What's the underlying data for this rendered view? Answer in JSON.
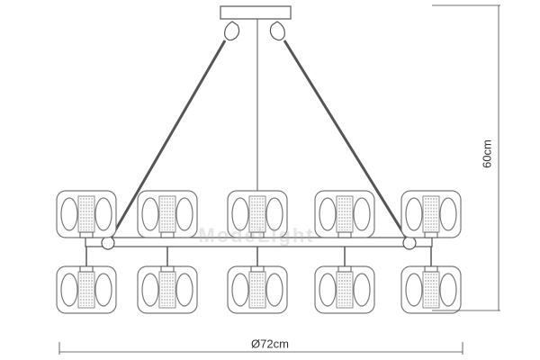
{
  "dimensions": {
    "height": "60cm",
    "diameter": "Ø72cm"
  },
  "watermark": "ModeLight",
  "colors": {
    "line": "#555555",
    "glass": "#777777",
    "crystal": "#888888",
    "dimension": "#444444"
  },
  "parts": {
    "shade_rows": 2,
    "shades_per_row": 5
  }
}
